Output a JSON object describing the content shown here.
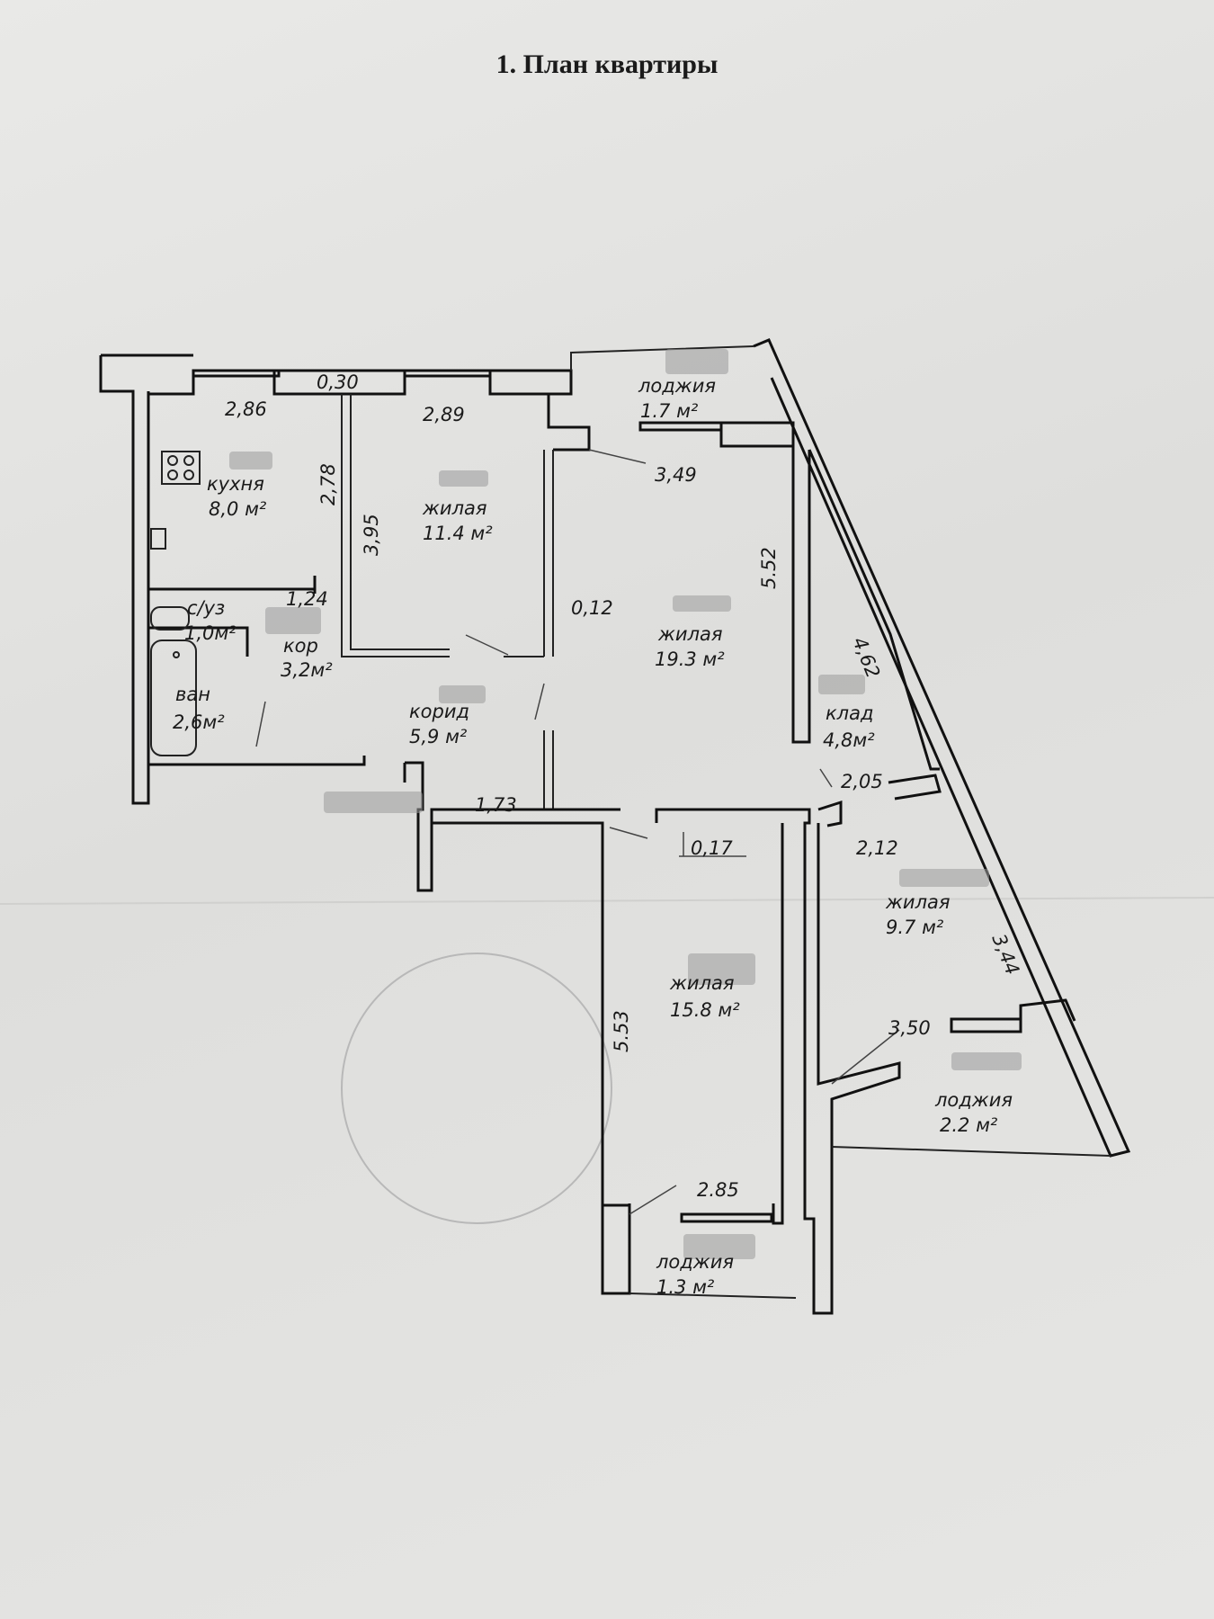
{
  "document": {
    "title": "1. План квартиры"
  },
  "rooms": [
    {
      "id": "kitchen",
      "label": "кухня",
      "area": "8,0 м²"
    },
    {
      "id": "living1",
      "label": "жилая",
      "area": "11.4 м²"
    },
    {
      "id": "living2",
      "label": "жилая",
      "area": "19.3 м²"
    },
    {
      "id": "wc",
      "label": "с/уз",
      "area": "1,0м²"
    },
    {
      "id": "corr-small",
      "label": "кор",
      "area": "3,2м²"
    },
    {
      "id": "bath",
      "label": "ван",
      "area": "2,6м²"
    },
    {
      "id": "corridor",
      "label": "корид",
      "area": "5,9 м²"
    },
    {
      "id": "storage",
      "label": "клад",
      "area": "4,8м²"
    },
    {
      "id": "living3",
      "label": "жилая",
      "area": "9.7 м²"
    },
    {
      "id": "living4",
      "label": "жилая",
      "area": "15.8 м²"
    },
    {
      "id": "loggia1",
      "label": "лоджия",
      "area": "1.7 м²"
    },
    {
      "id": "loggia2",
      "label": "лоджия",
      "area": "2.2 м²"
    },
    {
      "id": "loggia3",
      "label": "лоджия",
      "area": "1.3 м²"
    }
  ],
  "dimensions": [
    "0,30",
    "2,86",
    "2,89",
    "2,78",
    "3,95",
    "3,49",
    "5.52",
    "0,12",
    "1,24",
    "4,62",
    "2,05",
    "1,73",
    "0,17",
    "2,12",
    "3,44",
    "3,50",
    "5.53",
    "2.85"
  ]
}
